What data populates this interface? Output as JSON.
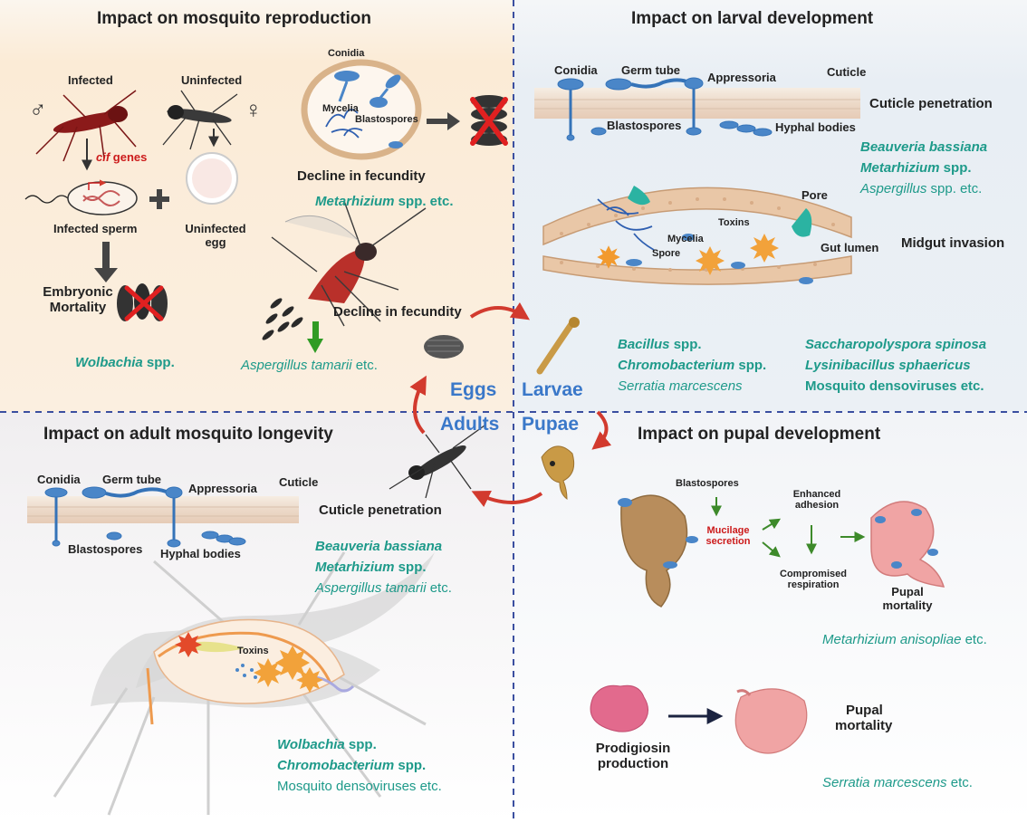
{
  "quadrants": {
    "reproduction": {
      "title": "Impact on mosquito reproduction",
      "infected": "Infected",
      "uninfected": "Uninfected",
      "male_symbol": "♂",
      "female_symbol": "♀",
      "cif_italic": "cif",
      "cif_rest": " genes",
      "infected_sperm": "Infected sperm",
      "uninfected_egg_line1": "Uninfected",
      "uninfected_egg_line2": "egg",
      "embryonic_line1": "Embryonic",
      "embryonic_line2": "Mortality",
      "wolbachia_italic": "Wolbachia",
      "wolbachia_rest": " spp.",
      "conidia": "Conidia",
      "mycelia": "Mycelia",
      "blastospores": "Blastospores",
      "decline_fecundity_1": "Decline in fecundity",
      "metarhizium_italic": "Metarhizium",
      "metarhizium_rest": " spp. etc.",
      "decline_fecundity_2": "Decline in fecundity",
      "aspergillus_tamarii": "Aspergillus tamarii",
      "aspergillus_tamarii_rest": " etc."
    },
    "larval": {
      "title": "Impact on larval development",
      "conidia": "Conidia",
      "germ_tube": "Germ tube",
      "appressoria": "Appressoria",
      "cuticle": "Cuticle",
      "cuticle_penetration": "Cuticle penetration",
      "blastospores": "Blastospores",
      "hyphal_bodies": "Hyphal bodies",
      "beauveria": "Beauveria bassiana",
      "metarhizium_italic": "Metarhizium",
      "metarhizium_rest": " spp.",
      "aspergillus_italic": "Aspergillus",
      "aspergillus_rest": " spp. etc.",
      "pore": "Pore",
      "toxins": "Toxins",
      "mycelia": "Mycelia",
      "spore": "Spore",
      "gut_lumen": "Gut lumen",
      "midgut_invasion": "Midgut invasion",
      "bacillus_italic": "Bacillus",
      "bacillus_rest": " spp.",
      "chromobacterium_italic": "Chromobacterium",
      "chromobacterium_rest": " spp.",
      "serratia": "Serratia marcescens",
      "saccharopolyspora": "Saccharopolyspora spinosa",
      "lysinibacillus": "Lysinibacillus sphaericus",
      "densoviruses": "Mosquito densoviruses etc."
    },
    "adult": {
      "title": "Impact on adult mosquito longevity",
      "conidia": "Conidia",
      "germ_tube": "Germ tube",
      "appressoria": "Appressoria",
      "cuticle": "Cuticle",
      "cuticle_penetration": "Cuticle penetration",
      "blastospores": "Blastospores",
      "hyphal_bodies": "Hyphal bodies",
      "beauveria": "Beauveria bassiana",
      "metarhizium_italic": "Metarhizium",
      "metarhizium_rest": " spp.",
      "aspergillus_italic": "Aspergillus tamarii",
      "aspergillus_rest": " etc.",
      "toxins": "Toxins",
      "wolbachia_italic": "Wolbachia",
      "wolbachia_rest": " spp.",
      "chromobacterium_italic": "Chromobacterium",
      "chromobacterium_rest": " spp.",
      "densoviruses": "Mosquito densoviruses etc."
    },
    "pupal": {
      "title": "Impact on pupal development",
      "blastospores": "Blastospores",
      "enhanced_1": "Enhanced",
      "enhanced_2": "adhesion",
      "mucilage_1": "Mucilage",
      "mucilage_2": "secretion",
      "compromised_1": "Compromised",
      "compromised_2": "respiration",
      "pupal_mortality_1": "Pupal",
      "pupal_mortality_2": "mortality",
      "metarhizium_anisopliae": "Metarhizium anisopliae",
      "metarhizium_anisopliae_rest": " etc.",
      "prodigiosin_1": "Prodigiosin",
      "prodigiosin_2": "production",
      "pupal_mortality_b1": "Pupal",
      "pupal_mortality_b2": "mortality",
      "serratia": "Serratia marcescens",
      "serratia_rest": " etc."
    }
  },
  "cycle": {
    "eggs": "Eggs",
    "larvae": "Larvae",
    "adults": "Adults",
    "pupae": "Pupae"
  },
  "colors": {
    "teal": "#1e9a8a",
    "cycle_blue": "#3a78c9",
    "arrow_red": "#d23a2e",
    "divider": "#3b4fa0"
  }
}
